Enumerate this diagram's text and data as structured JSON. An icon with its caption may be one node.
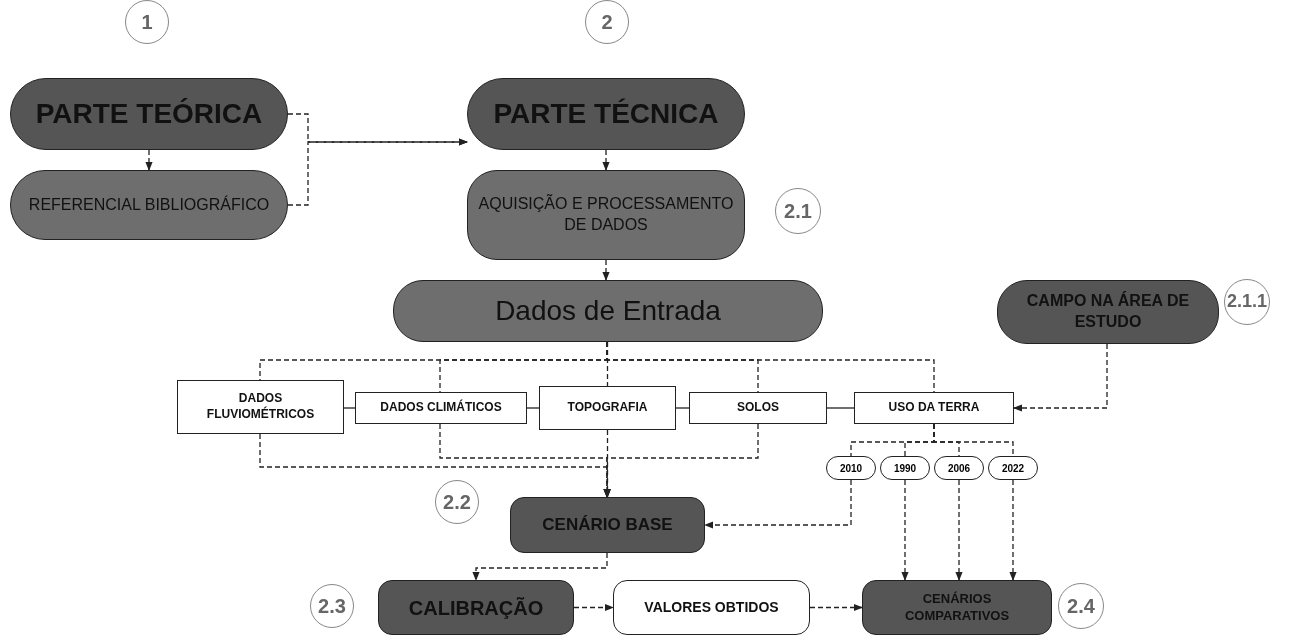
{
  "diagram": {
    "nodes": [
      {
        "text": [
          "1"
        ]
      },
      {
        "text": [
          "2"
        ]
      },
      {
        "text": [
          "PARTE TEÓRICA"
        ]
      },
      {
        "text": [
          "REFERENCIAL BIBLIOGRÁFICO"
        ]
      },
      {
        "text": [
          "PARTE TÉCNICA"
        ]
      },
      {
        "text": [
          "AQUISIÇÃO E PROCESSAMENTO DE DADOS"
        ]
      },
      {
        "text": [
          "2.1"
        ]
      },
      {
        "text": [
          "Dados de Entrada"
        ]
      },
      {
        "text": [
          "CAMPO NA ÁREA DE ESTUDO"
        ]
      },
      {
        "text": [
          "2.1.1"
        ]
      },
      {
        "text": [
          "DADOS FLUVIOMÉTRICOS"
        ]
      },
      {
        "text": [
          "DADOS CLIMÁTICOS"
        ]
      },
      {
        "text": [
          "TOPOGRAFIA"
        ]
      },
      {
        "text": [
          "SOLOS"
        ]
      },
      {
        "text": [
          "USO DA TERRA"
        ]
      },
      {
        "text": [
          "2010"
        ]
      },
      {
        "text": [
          "1990"
        ]
      },
      {
        "text": [
          "2006"
        ]
      },
      {
        "text": [
          "2022"
        ]
      },
      {
        "text": [
          "2.2"
        ]
      },
      {
        "text": [
          "CENÁRIO BASE"
        ]
      },
      {
        "text": [
          "2.3"
        ]
      },
      {
        "text": [
          "CALIBRAÇÃO"
        ]
      },
      {
        "text": [
          "VALORES OBTIDOS"
        ]
      },
      {
        "text": [
          "CENÁRIOS COMPARATIVOS"
        ]
      },
      {
        "text": [
          "2.4"
        ]
      }
    ],
    "edges": [
      {
        "from": 2,
        "to": 3,
        "arrow": "to",
        "style": "dashed"
      },
      {
        "from": 2,
        "to": 4,
        "arrow": "to",
        "style": "dashed"
      },
      {
        "from": 3,
        "to": 4,
        "arrow": "to",
        "style": "dashed"
      },
      {
        "from": 4,
        "to": 5,
        "arrow": "to",
        "style": "dashed"
      },
      {
        "from": 5,
        "to": 7,
        "arrow": "to",
        "style": "dashed"
      },
      {
        "from": 7,
        "to": 10,
        "arrow": "none",
        "style": "dashed"
      },
      {
        "from": 7,
        "to": 11,
        "arrow": "none",
        "style": "dashed"
      },
      {
        "from": 7,
        "to": 12,
        "arrow": "none",
        "style": "dashed"
      },
      {
        "from": 7,
        "to": 13,
        "arrow": "none",
        "style": "dashed"
      },
      {
        "from": 7,
        "to": 14,
        "arrow": "none",
        "style": "dashed"
      },
      {
        "from": 10,
        "to": 11,
        "arrow": "none"
      },
      {
        "from": 11,
        "to": 12,
        "arrow": "none"
      },
      {
        "from": 12,
        "to": 13,
        "arrow": "none"
      },
      {
        "from": 13,
        "to": 14,
        "arrow": "none"
      },
      {
        "from": 10,
        "to": 20,
        "arrow": "to",
        "style": "dashed"
      },
      {
        "from": 11,
        "to": 20,
        "arrow": "to",
        "style": "dashed"
      },
      {
        "from": 12,
        "to": 20,
        "arrow": "to",
        "style": "dashed"
      },
      {
        "from": 13,
        "to": 20,
        "arrow": "to",
        "style": "dashed"
      },
      {
        "from": 8,
        "to": 14,
        "arrow": "to",
        "style": "dashed"
      },
      {
        "from": 14,
        "to": 15,
        "arrow": "none",
        "style": "dashed"
      },
      {
        "from": 14,
        "to": 16,
        "arrow": "none",
        "style": "dashed"
      },
      {
        "from": 14,
        "to": 17,
        "arrow": "none",
        "style": "dashed"
      },
      {
        "from": 14,
        "to": 18,
        "arrow": "none",
        "style": "dashed"
      },
      {
        "from": 15,
        "to": 20,
        "arrow": "to",
        "style": "dashed"
      },
      {
        "from": 16,
        "to": 24,
        "arrow": "to",
        "style": "dashed"
      },
      {
        "from": 17,
        "to": 24,
        "arrow": "to",
        "style": "dashed"
      },
      {
        "from": 18,
        "to": 24,
        "arrow": "to",
        "style": "dashed"
      },
      {
        "from": 20,
        "to": 22,
        "arrow": "to",
        "style": "dashed"
      },
      {
        "from": 22,
        "to": 23,
        "arrow": "to",
        "style": "dashed"
      },
      {
        "from": 23,
        "to": 24,
        "arrow": "to",
        "style": "dashed"
      }
    ]
  }
}
